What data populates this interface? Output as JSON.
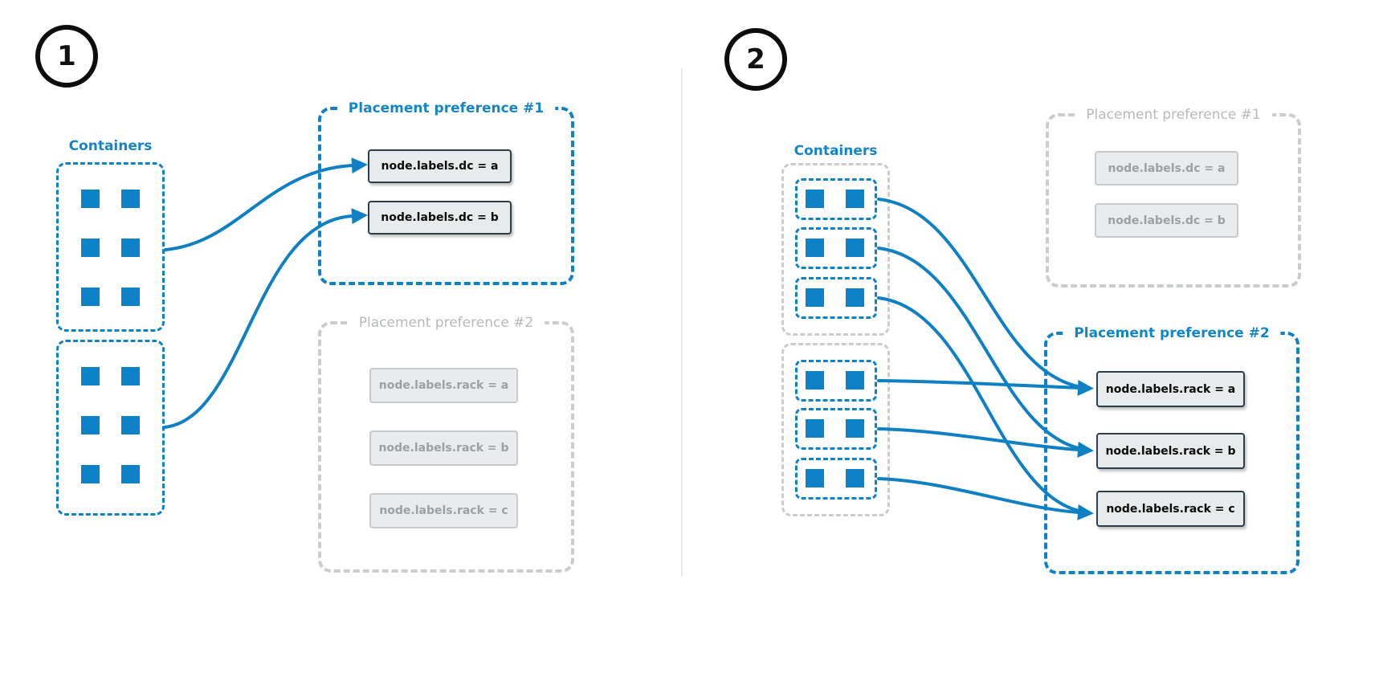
{
  "diagram": {
    "description": "Swarm placement preferences: step 1 spreads containers over datacenters, step 2 spreads each datacenter group over racks",
    "colors": {
      "accent_blue": "#0e82c6",
      "title_blue": "#1486c8",
      "inactive_gray_border": "#c9cdcf",
      "inactive_gray_text": "#b6babc",
      "chip_fill": "#e8ebec",
      "chip_active_border": "#2d3e49",
      "chip_inactive_text": "#9aa1a6"
    },
    "panels": [
      {
        "badge": "1",
        "containers": {
          "label": "Containers",
          "groups": 2,
          "squares_per_group": 6
        },
        "preferences": [
          {
            "title": "Placement preference #1",
            "active": true,
            "items": [
              "node.labels.dc = a",
              "node.labels.dc = b"
            ]
          },
          {
            "title": "Placement preference #2",
            "active": false,
            "items": [
              "node.labels.rack = a",
              "node.labels.rack = b",
              "node.labels.rack = c"
            ]
          }
        ]
      },
      {
        "badge": "2",
        "containers": {
          "label": "Containers",
          "groups": 2,
          "subgroups_per_group": 3,
          "squares_per_subgroup": 2
        },
        "preferences": [
          {
            "title": "Placement preference #1",
            "active": false,
            "items": [
              "node.labels.dc = a",
              "node.labels.dc = b"
            ]
          },
          {
            "title": "Placement preference #2",
            "active": true,
            "items": [
              "node.labels.rack = a",
              "node.labels.rack = b",
              "node.labels.rack = c"
            ]
          }
        ]
      }
    ]
  }
}
